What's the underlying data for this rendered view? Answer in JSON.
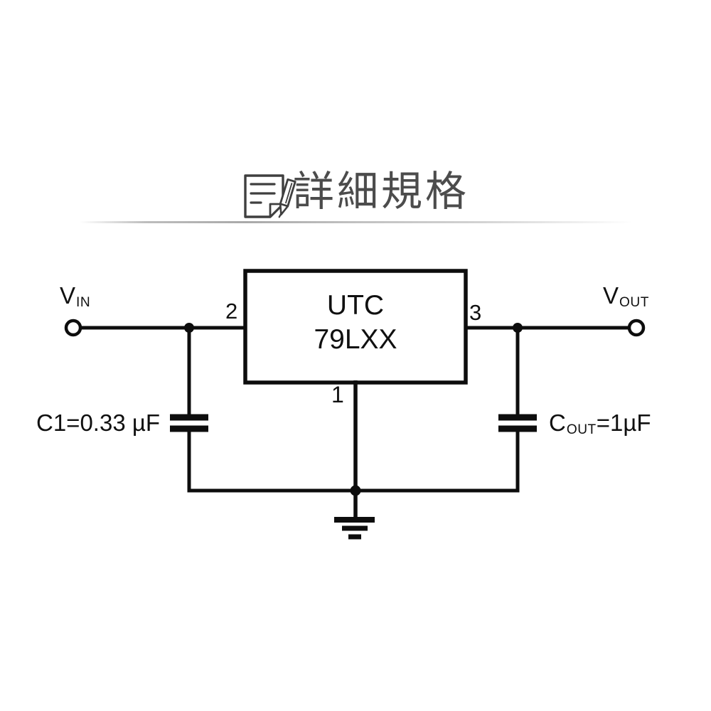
{
  "header": {
    "title": "詳細規格",
    "icon": "document-pen-icon"
  },
  "circuit": {
    "ic": {
      "line1": "UTC",
      "line2": "79LXX"
    },
    "pins": {
      "input": "2",
      "output": "3",
      "ground": "1"
    },
    "vin": {
      "base": "V",
      "sub": "IN"
    },
    "vout": {
      "base": "V",
      "sub": "OUT"
    },
    "input_cap_label": "C1=0.33 µF",
    "output_cap": {
      "base": "C",
      "sub": "OUT",
      "suffix": "=1µF"
    }
  },
  "colors": {
    "background": "#ffffff",
    "wire": "#0d0d0d",
    "schematic_text": "#101010",
    "header_text": "#4c4c4c",
    "divider": "#adadad"
  }
}
